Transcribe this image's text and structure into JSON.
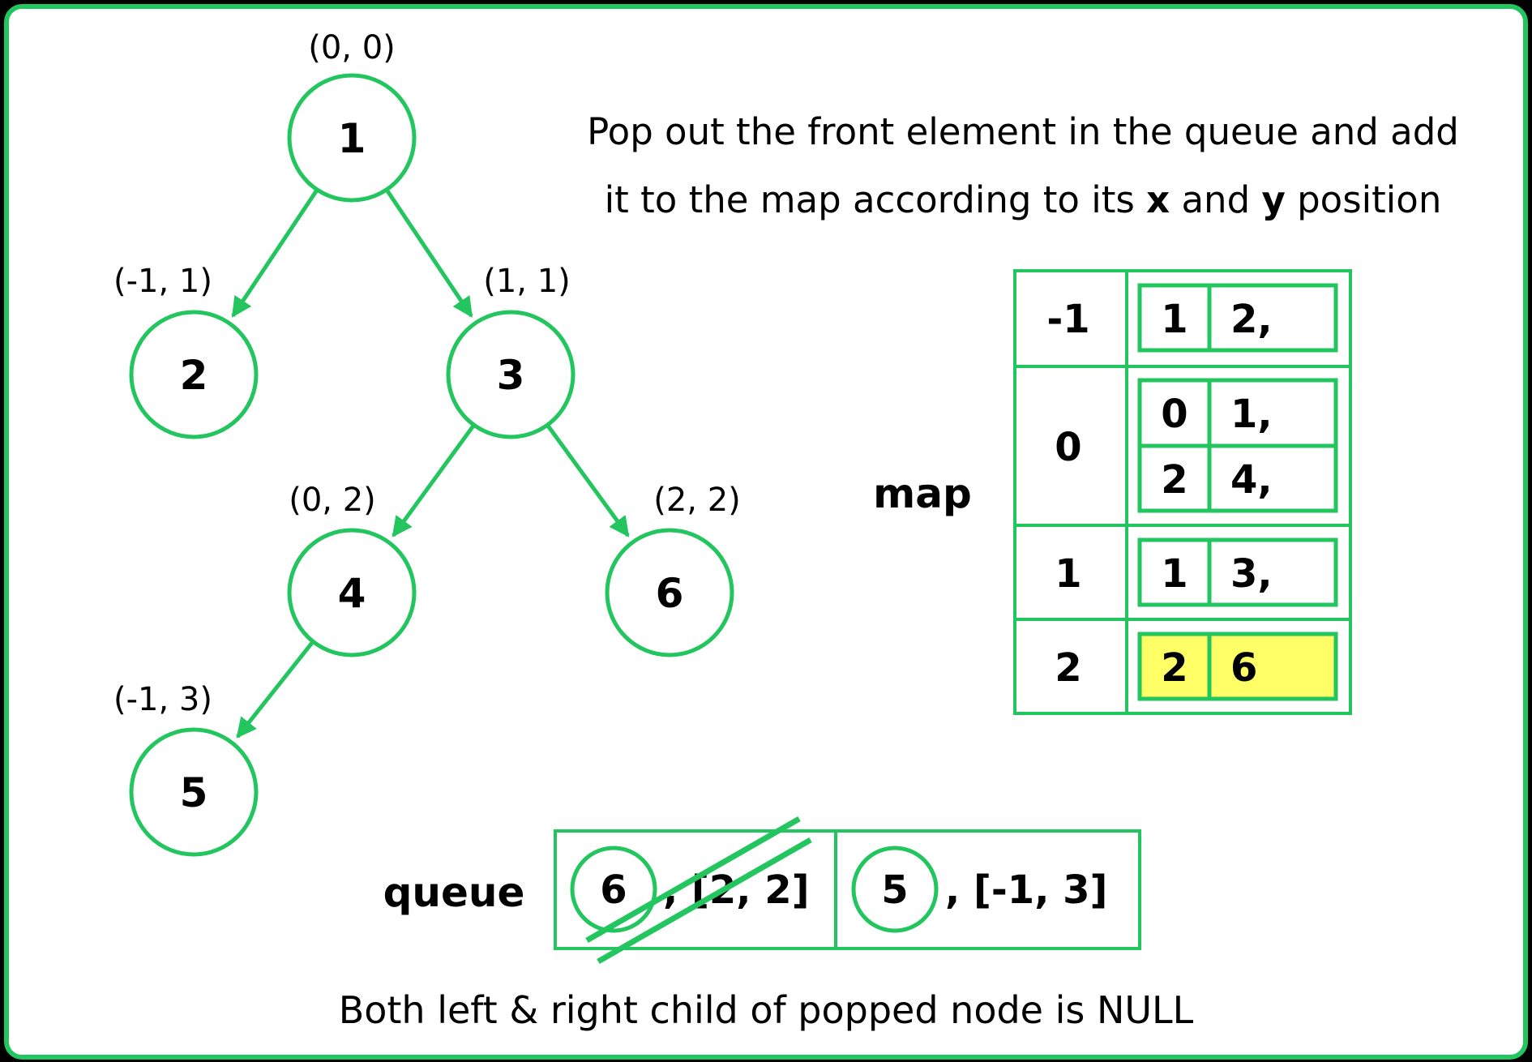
{
  "colors": {
    "accent": "#22c55e",
    "highlight": "#ffff66",
    "frame_bg": "#000000"
  },
  "caption": {
    "line1": "Pop out the front element in the queue and add",
    "line2_pre": "it to the map according to its ",
    "line2_x": "x",
    "line2_and": " and ",
    "line2_y": "y",
    "line2_post": " position"
  },
  "tree": {
    "nodes": [
      {
        "id": "1",
        "label": "1",
        "coord": "(0, 0)"
      },
      {
        "id": "2",
        "label": "2",
        "coord": "(-1, 1)"
      },
      {
        "id": "3",
        "label": "3",
        "coord": "(1, 1)"
      },
      {
        "id": "4",
        "label": "4",
        "coord": "(0, 2)"
      },
      {
        "id": "6",
        "label": "6",
        "coord": "(2, 2)"
      },
      {
        "id": "5",
        "label": "5",
        "coord": "(-1, 3)"
      }
    ],
    "edges": [
      [
        "1",
        "2"
      ],
      [
        "1",
        "3"
      ],
      [
        "3",
        "4"
      ],
      [
        "3",
        "6"
      ],
      [
        "4",
        "5"
      ]
    ]
  },
  "map": {
    "label": "map",
    "rows": [
      {
        "key": "-1",
        "entries": [
          [
            "1",
            "2,"
          ]
        ]
      },
      {
        "key": "0",
        "entries": [
          [
            "0",
            "1,"
          ],
          [
            "2",
            "4,"
          ]
        ]
      },
      {
        "key": "1",
        "entries": [
          [
            "1",
            "3,"
          ]
        ]
      },
      {
        "key": "2",
        "entries": [
          [
            "2",
            "6"
          ]
        ],
        "highlight": true
      }
    ]
  },
  "queue": {
    "label": "queue",
    "items": [
      {
        "node": "6",
        "coord": ", [2, 2]",
        "popped": true
      },
      {
        "node": "5",
        "coord": ", [-1, 3]",
        "popped": false
      }
    ]
  },
  "footer": "Both left & right child of popped node is NULL"
}
